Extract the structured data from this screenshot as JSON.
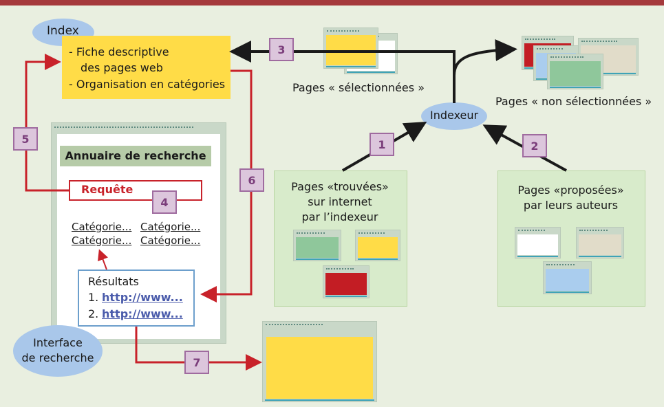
{
  "index": {
    "label": "Index",
    "items": [
      "- Fiche descriptive",
      "des pages web",
      "- Organisation en catégories"
    ]
  },
  "pages_selected_label": "Pages « sélectionnées »",
  "pages_not_selected_label": "Pages « non sélectionnées »",
  "indexeur_label": "Indexeur",
  "found": {
    "lines": [
      "Pages «trouvées»",
      "sur internet",
      "par l’indexeur"
    ]
  },
  "proposed": {
    "lines": [
      "Pages «proposées»",
      "par leurs auteurs"
    ]
  },
  "directory": {
    "title": "Annuaire de recherche",
    "query": "Requête",
    "categories": [
      "Catégorie...",
      "Catégorie...",
      "Catégorie...",
      "Catégorie..."
    ],
    "results_title": "Résultats",
    "results": [
      {
        "num": "1.",
        "link": "http://www..."
      },
      {
        "num": "2.",
        "link": "http://www..."
      }
    ]
  },
  "interface": {
    "lines": [
      "Interface",
      "de recherche"
    ]
  },
  "steps": [
    "1",
    "2",
    "3",
    "4",
    "5",
    "6",
    "7"
  ],
  "colors": {
    "top_bar": "#a53a3c",
    "panel": "#e9efe0",
    "ellipse": "#a9c7ea",
    "index_box": "#ffdc47",
    "red_arrow": "#c8222a",
    "black_arrow": "#1a1a1a",
    "step_box": "#dcc6dc",
    "step_border": "#9f6b9f",
    "green_box": "#d8ebcb",
    "page_yellow": "#ffdc47",
    "page_red": "#c31d24",
    "page_green": "#8fc79b",
    "page_blue": "#aacdee",
    "page_beige": "#e1dcc9",
    "page_white": "#ffffff"
  }
}
